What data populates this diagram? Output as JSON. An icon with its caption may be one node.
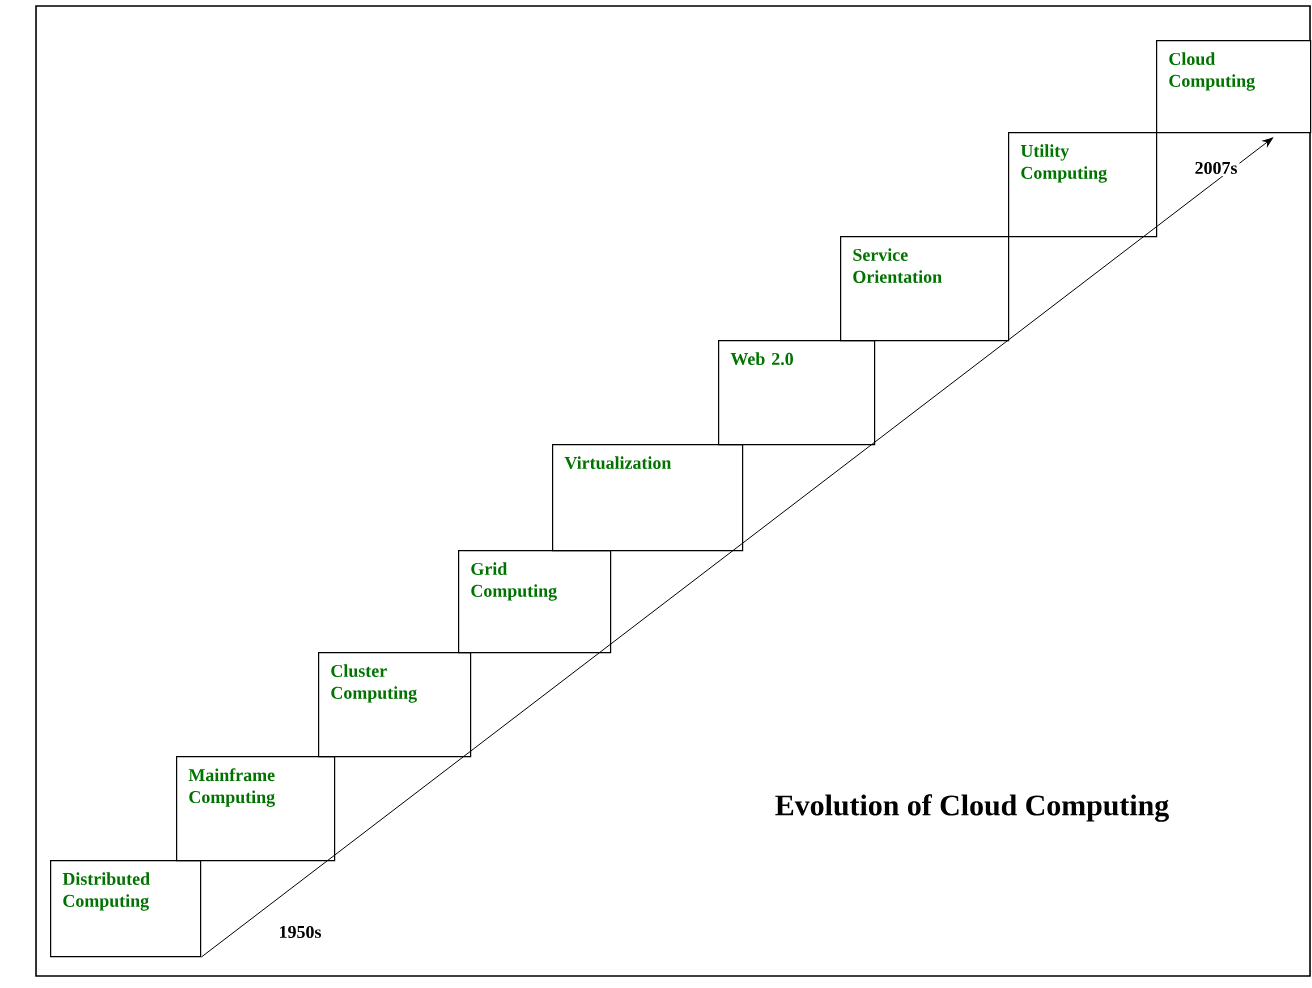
{
  "diagram": {
    "title": "Evolution of Cloud Computing",
    "nodes": [
      {
        "text": [
          "Distributed Computing"
        ]
      },
      {
        "text": [
          "Mainframe Computing"
        ]
      },
      {
        "text": [
          "Cluster Computing"
        ]
      },
      {
        "text": [
          "Grid Computing"
        ]
      },
      {
        "text": [
          "Virtualization"
        ]
      },
      {
        "text": [
          "Web 2.0"
        ]
      },
      {
        "text": [
          "Service Orientation"
        ]
      },
      {
        "text": [
          "Utility Computing"
        ]
      },
      {
        "text": [
          "Cloud Computing"
        ]
      }
    ],
    "edges": [
      {
        "from": 0,
        "to": 8,
        "arrow": "to"
      }
    ],
    "labels": [
      "1950s",
      "2007s"
    ]
  }
}
